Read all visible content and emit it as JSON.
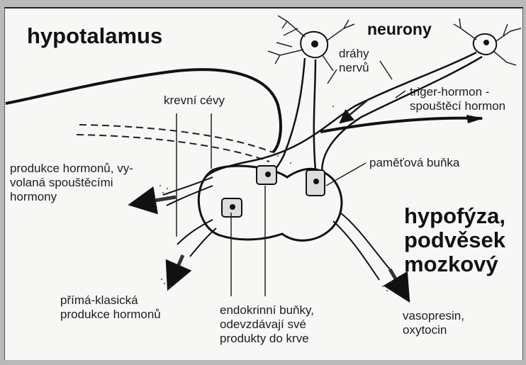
{
  "title": "hypotalamus",
  "labels": {
    "neurony": "neurony",
    "drahy": "dráhy\nnervů",
    "krevni": "krevní cévy",
    "triger": "triger-hormon -\nspouštěcí hormon",
    "produkce_spoust": "produkce hormonů, vy-\nvolaná spouštěcími\nhormony",
    "pametova": "paměťová buňka",
    "hypofyza": "hypofýza,\npodvěsek\nmozkový",
    "prima": "přímá-klasická\nprodukce hormonů",
    "endokrinni": "endokrinní buňky,\nodevzdávají své\nprodukty do krve",
    "vasopresin": "vasopresin,\noxytocin"
  }
}
